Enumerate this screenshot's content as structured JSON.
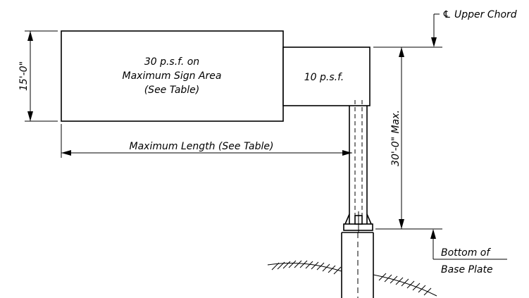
{
  "sign": {
    "line1": "30 p.s.f. on",
    "line2": "Maximum Sign Area",
    "line3": "(See Table)"
  },
  "end_panel": {
    "label": "10 p.s.f."
  },
  "dimensions": {
    "sign_height": "15'-0\"",
    "max_length": "Maximum Length (See Table)",
    "max_height": "30'-0\" Max."
  },
  "annotations": {
    "upper_chord": "℄ Upper Chord",
    "bottom_line1": "Bottom of",
    "bottom_line2": "Base Plate"
  }
}
